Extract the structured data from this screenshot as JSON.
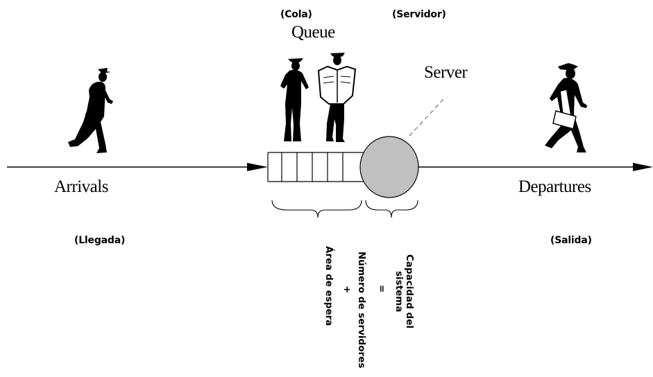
{
  "labels": {
    "cola": "(Cola)",
    "servidor": "(Servidor)",
    "queue": "Queue",
    "server": "Server",
    "arrivals": "Arrivals",
    "departures": "Departures",
    "llegada": "(Llegada)",
    "salida": "(Salida)"
  },
  "capacity": {
    "line1": "Capacidad del",
    "line2": "sistema",
    "equals": "=",
    "servers": "Número de servidores",
    "plus": "+",
    "waiting": "Área de espera"
  },
  "colors": {
    "server_fill": "#c0c0c0",
    "line": "#000000",
    "dash": "#555555"
  },
  "icons": [
    "walking-man-icon",
    "standing-man-icon",
    "reading-man-icon",
    "departing-man-icon"
  ]
}
